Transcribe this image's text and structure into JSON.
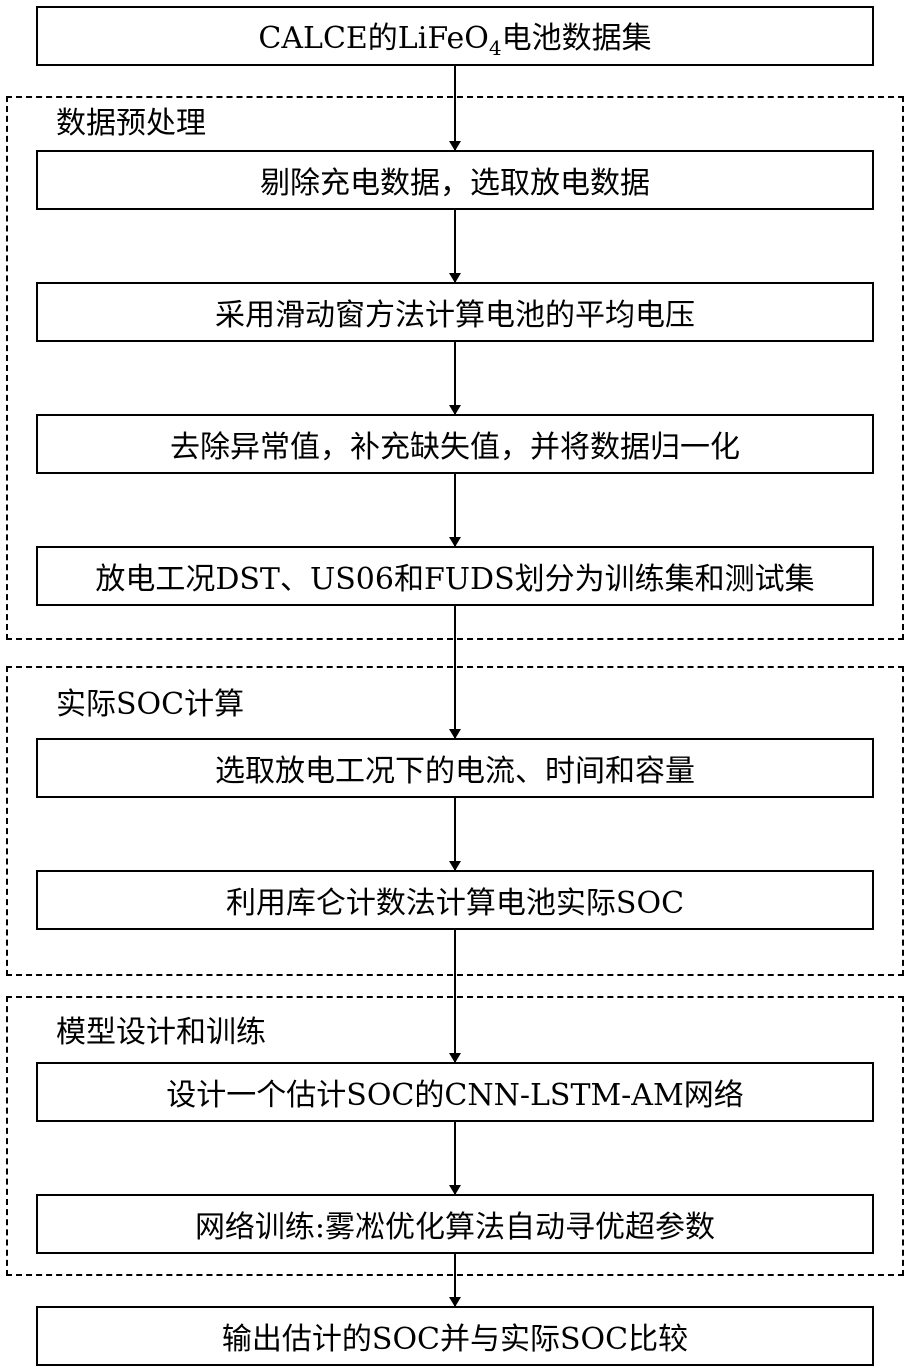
{
  "start": {
    "label_pre": "CALCE的LiFeO",
    "label_sub": "4",
    "label_post": "电池数据集"
  },
  "groups": [
    {
      "title": "数据预处理",
      "steps": [
        "剔除充电数据，选取放电数据",
        "采用滑动窗方法计算电池的平均电压",
        "去除异常值，补充缺失值，并将数据归一化",
        "放电工况DST、US06和FUDS划分为训练集和测试集"
      ]
    },
    {
      "title": "实际SOC计算",
      "steps": [
        "选取放电工况下的电流、时间和容量",
        "利用库仑计数法计算电池实际SOC"
      ]
    },
    {
      "title": "模型设计和训练",
      "steps": [
        "设计一个估计SOC的CNN-LSTM-AM网络",
        "网络训练:雾凇优化算法自动寻优超参数"
      ]
    }
  ],
  "end": {
    "label": "输出估计的SOC并与实际SOC比较"
  }
}
